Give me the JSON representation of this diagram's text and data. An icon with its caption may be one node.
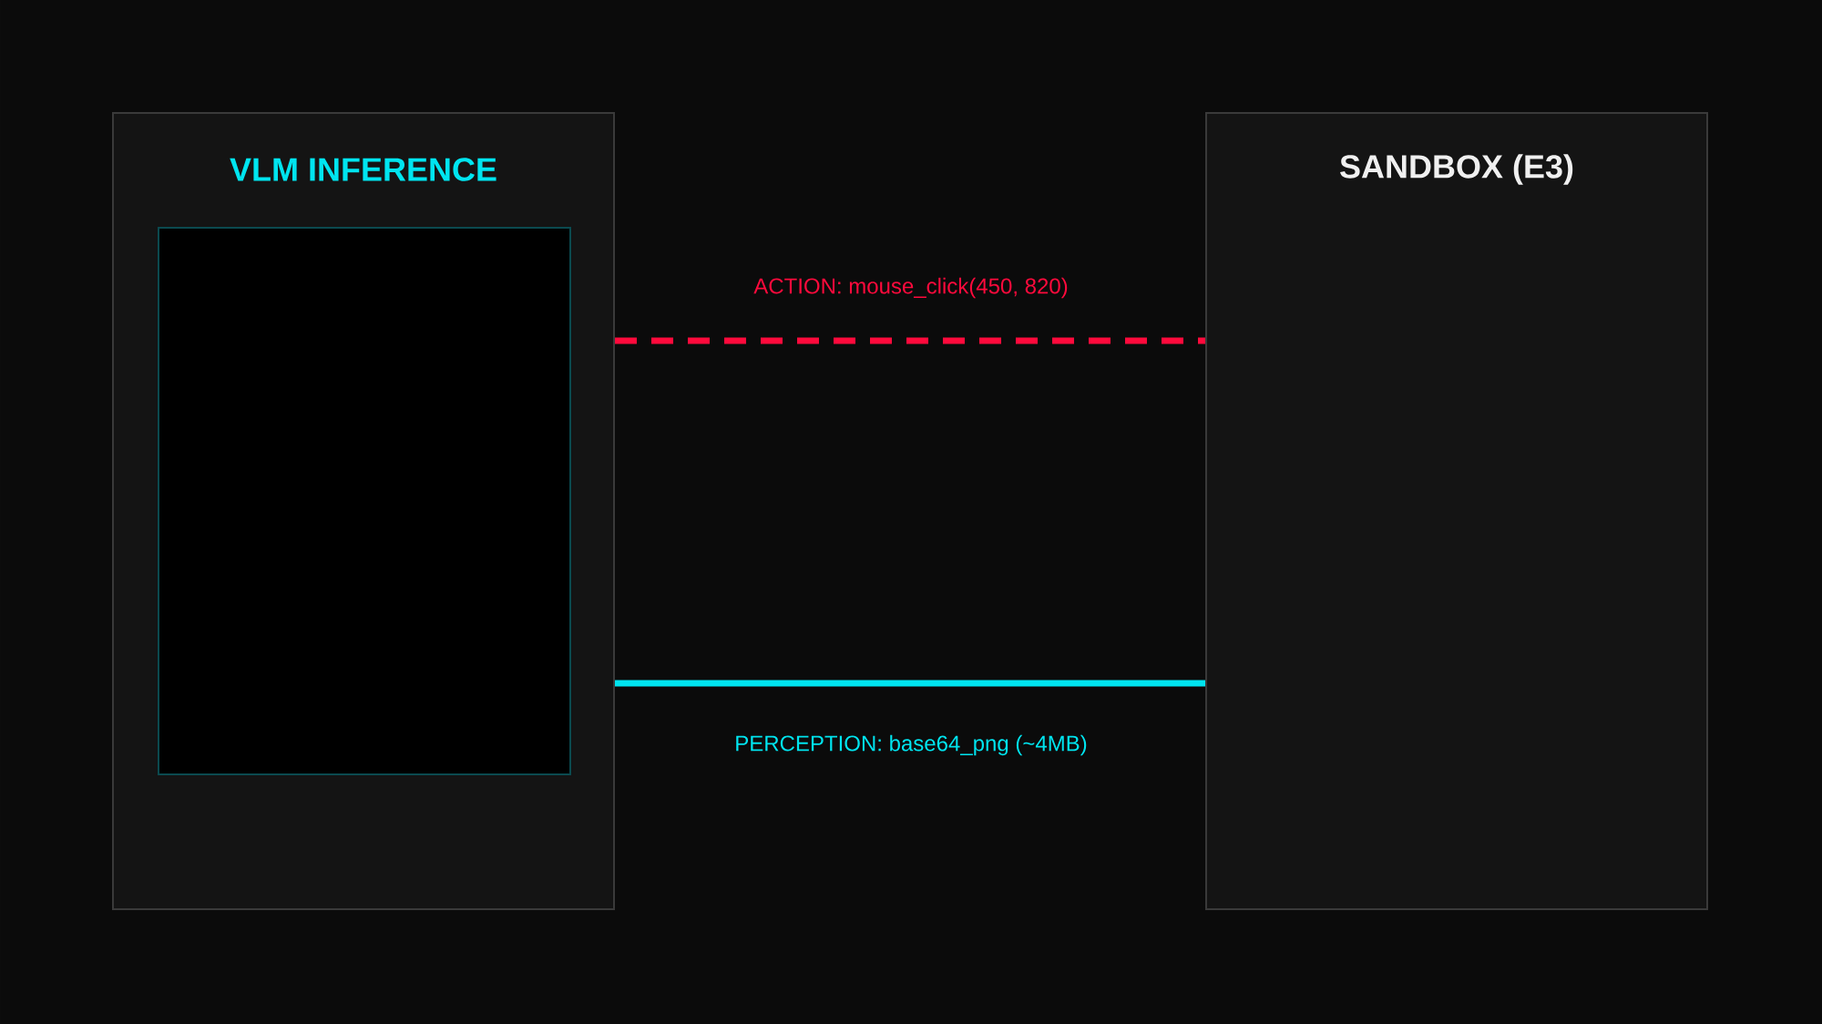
{
  "diagram": {
    "nodes": [
      {
        "text": [
          "VLM INFERENCE"
        ]
      },
      {
        "text": [],
        "shape": "box",
        "in": 0
      },
      {
        "text": [
          "SANDBOX (E3)"
        ]
      }
    ],
    "edges": [
      {
        "from": 0,
        "to": 2,
        "arrow": "none",
        "label": "ACTION: mouse_click(450, 820)",
        "style": "dashed",
        "color": "#ff0a3c"
      },
      {
        "from": 2,
        "to": 0,
        "arrow": "none",
        "label": "PERCEPTION: base64_png (~4MB)",
        "color": "#00e5f0"
      }
    ]
  }
}
